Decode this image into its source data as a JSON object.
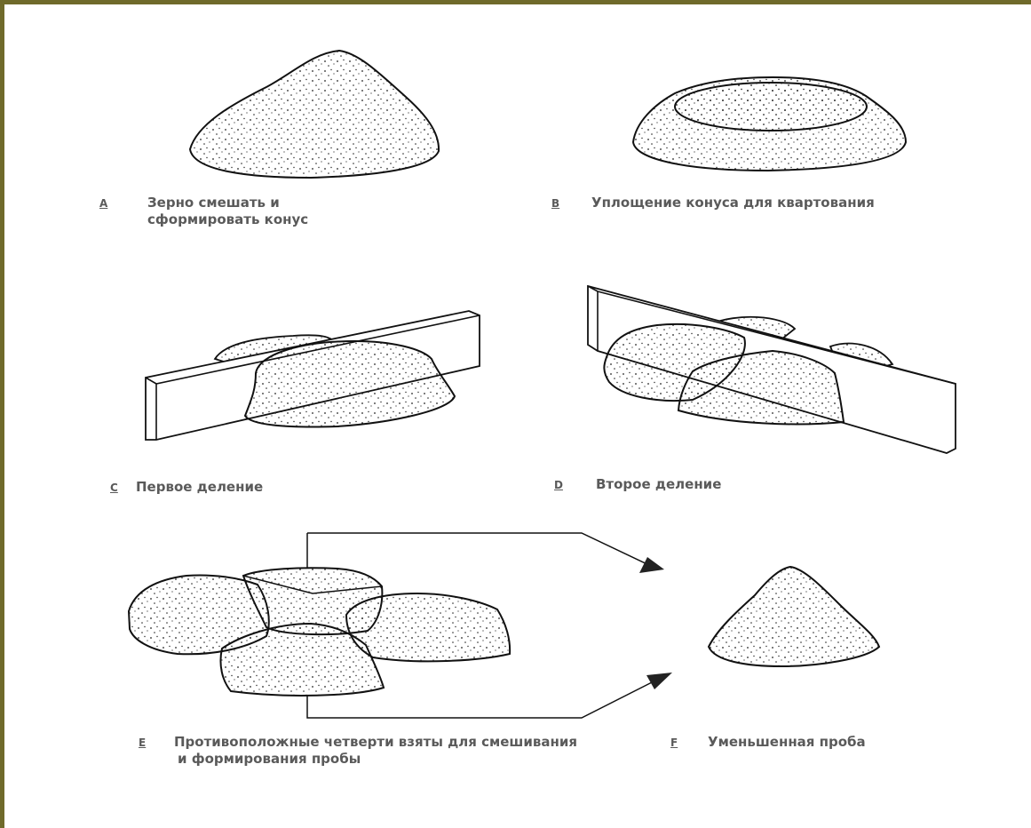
{
  "steps": {
    "a": {
      "letter": "A",
      "text_line1": "Зерно смешать и",
      "text_line2": "сформировать конус"
    },
    "b": {
      "letter": "B",
      "text_line1": "Уплощение конуса для квартования"
    },
    "c": {
      "letter": "C",
      "text_line1": "Первое деление"
    },
    "d": {
      "letter": "D",
      "text_line1": "Второе деление"
    },
    "e": {
      "letter": "E",
      "text_line1": "Противоположные четверти взяты для смешивания",
      "text_line2": "и формирования пробы"
    },
    "f": {
      "letter": "F",
      "text_line1": "Уменьшенная проба"
    }
  },
  "colors": {
    "frame": "#6f6a2b",
    "label": "#5a5a5a",
    "stroke": "#111111"
  }
}
